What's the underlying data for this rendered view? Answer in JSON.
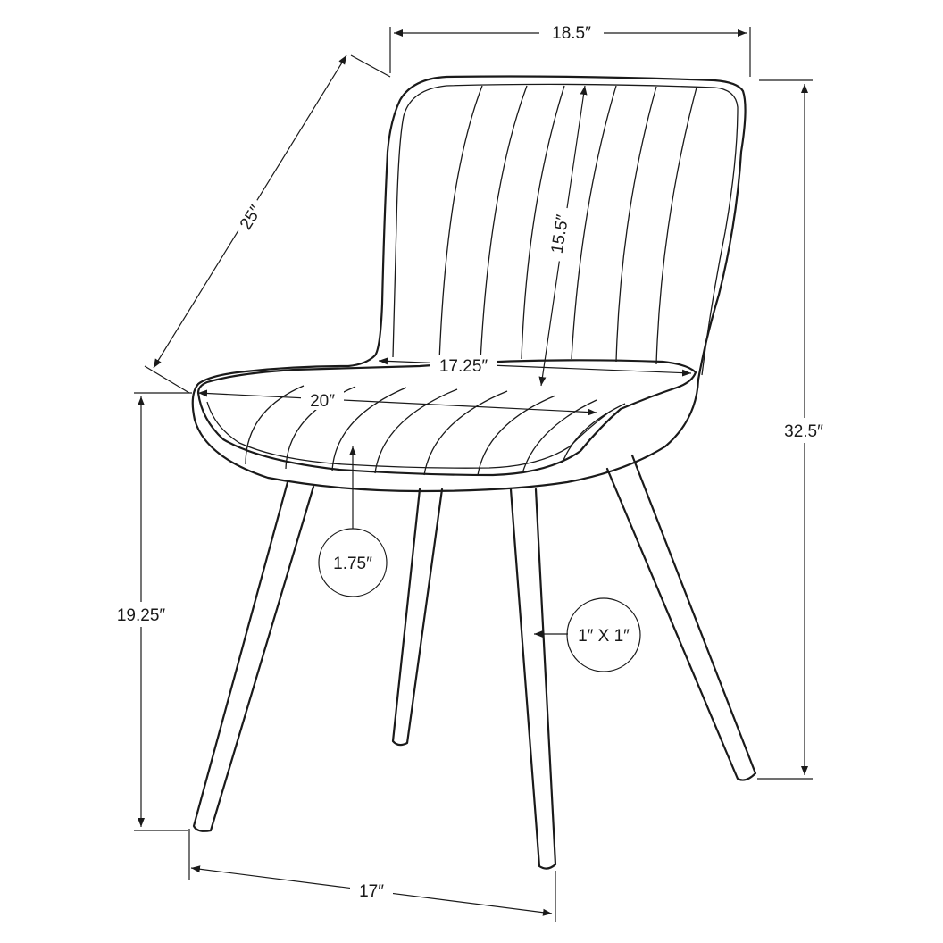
{
  "dimensions": {
    "width_top": "18.5″",
    "depth": "25″",
    "height_total": "32.5″",
    "back_height": "15.5″",
    "seat_width_back": "17.25″",
    "seat_width_front": "20″",
    "seat_thickness": "1.75″",
    "leg_size": "1″ X 1″",
    "seat_height": "19.25″",
    "base_width": "17″"
  }
}
